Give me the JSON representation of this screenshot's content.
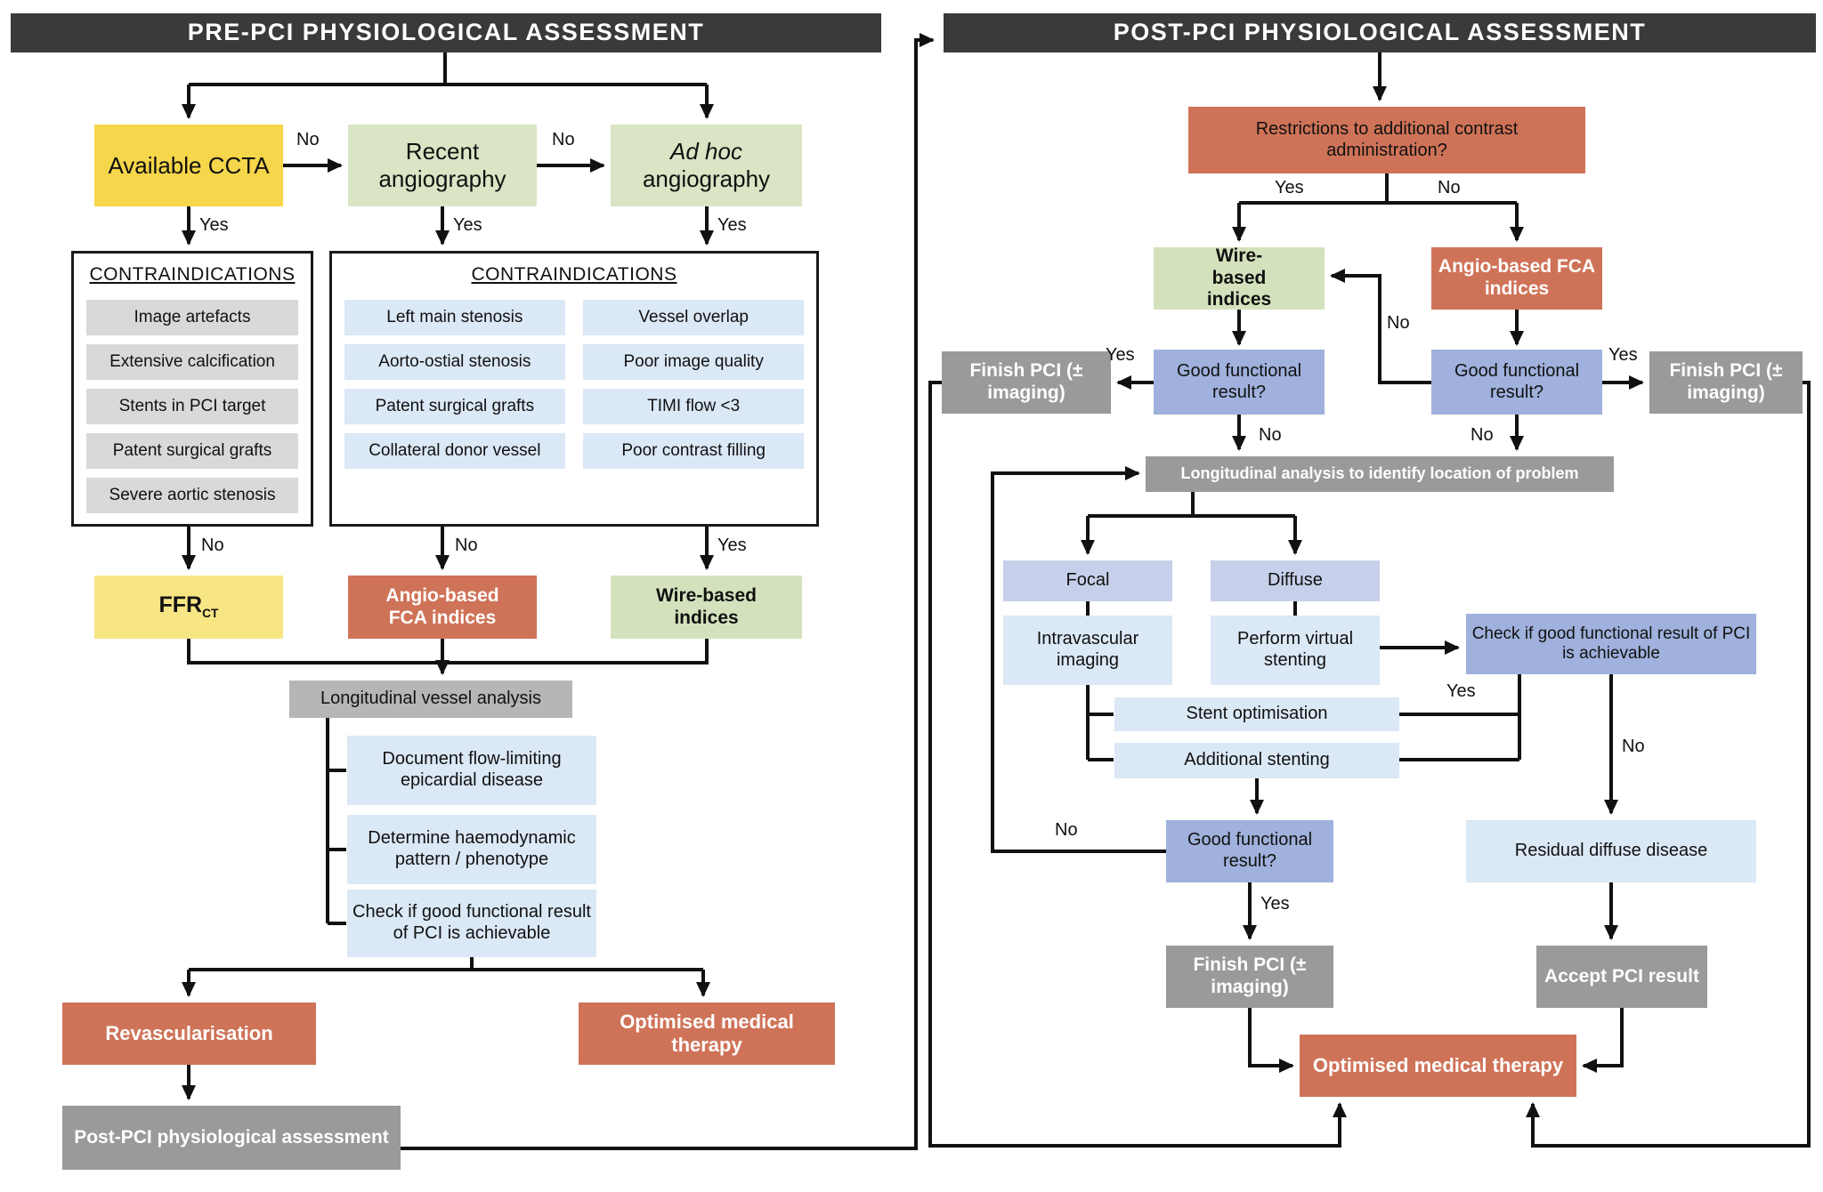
{
  "labels": {
    "yes": "Yes",
    "no": "No"
  },
  "pre": {
    "title": "PRE-PCI PHYSIOLOGICAL ASSESSMENT",
    "available_ccta": "Available CCTA",
    "recent_angiography": "Recent angiography",
    "adhoc_italic": "Ad hoc",
    "adhoc_rest": "angiography",
    "contra_ccta": {
      "title": "CONTRAINDICATIONS",
      "items": [
        "Image artefacts",
        "Extensive calcification",
        "Stents in PCI target",
        "Patent surgical grafts",
        "Severe aortic stenosis"
      ]
    },
    "contra_angio": {
      "title": "CONTRAINDICATIONS",
      "col1": [
        "Left main stenosis",
        "Aorto-ostial stenosis",
        "Patent surgical grafts",
        "Collateral donor vessel"
      ],
      "col2": [
        "Vessel overlap",
        "Poor image quality",
        "TIMI flow <3",
        "Poor contrast filling"
      ]
    },
    "ffr_base": "FFR",
    "ffr_sub": "CT",
    "angio_fca": "Angio-based FCA indices",
    "wire_indices": "Wire-based indices",
    "longitudinal": "Longitudinal vessel analysis",
    "steps": [
      "Document flow-limiting epicardial disease",
      "Determine haemodynamic pattern / phenotype",
      "Check if good functional result of PCI is achievable"
    ],
    "revascularisation": "Revascularisation",
    "optimised": "Optimised medical therapy",
    "post_pci": "Post-PCI physiological assessment"
  },
  "post": {
    "title": "POST-PCI PHYSIOLOGICAL ASSESSMENT",
    "restrictions": "Restrictions to additional contrast administration?",
    "wire_indices": "Wire-based indices",
    "angio_fca": "Angio-based FCA indices",
    "good_result": "Good functional result?",
    "finish_pci": "Finish PCI (± imaging)",
    "longitudinal_analysis": "Longitudinal analysis to identify location of problem",
    "focal": "Focal",
    "diffuse": "Diffuse",
    "intravascular": "Intravascular imaging",
    "virtual_stenting": "Perform virtual stenting",
    "check_good": "Check if good functional result of PCI is achievable",
    "stent_optimisation": "Stent optimisation",
    "additional_stenting": "Additional stenting",
    "residual": "Residual diffuse disease",
    "accept": "Accept PCI result",
    "optimised": "Optimised medical therapy"
  },
  "colors": {
    "header_bg": "#3a3a3a",
    "yellow": "#f6d64a",
    "pale_yellow": "#f8e584",
    "green": "#d9e5c4",
    "orange": "#cf7358",
    "gray_action": "#9a9a9a",
    "gray_bar": "#b6b6b6",
    "gray_item": "#d9d9d9",
    "blue_item": "#dbe8f6",
    "blue_mid": "#9fb1dc",
    "lavender": "#c7d0ea",
    "line": "#111111"
  }
}
